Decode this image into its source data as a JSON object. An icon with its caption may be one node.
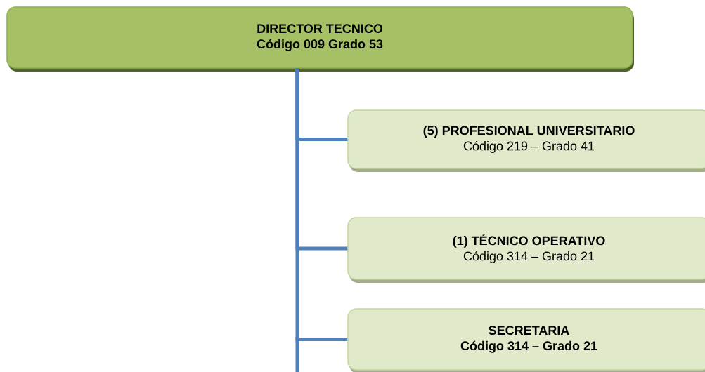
{
  "diagram": {
    "nodes": [
      {
        "text": [
          "DIRECTOR TECNICO",
          "Código 009 Grado 53"
        ]
      },
      {
        "text": [
          "(5) PROFESIONAL UNIVERSITARIO",
          "Código 219 – Grado 41"
        ]
      },
      {
        "text": [
          "(1)  TÉCNICO OPERATIVO",
          "Código 314 – Grado 21"
        ]
      },
      {
        "text": [
          "SECRETARIA",
          "Código 314 – Grado 21"
        ]
      }
    ],
    "edges": [
      {
        "from": 0,
        "to": 1,
        "arrow": "none"
      },
      {
        "from": 0,
        "to": 2,
        "arrow": "none"
      },
      {
        "from": 0,
        "to": 3,
        "arrow": "none"
      }
    ]
  }
}
